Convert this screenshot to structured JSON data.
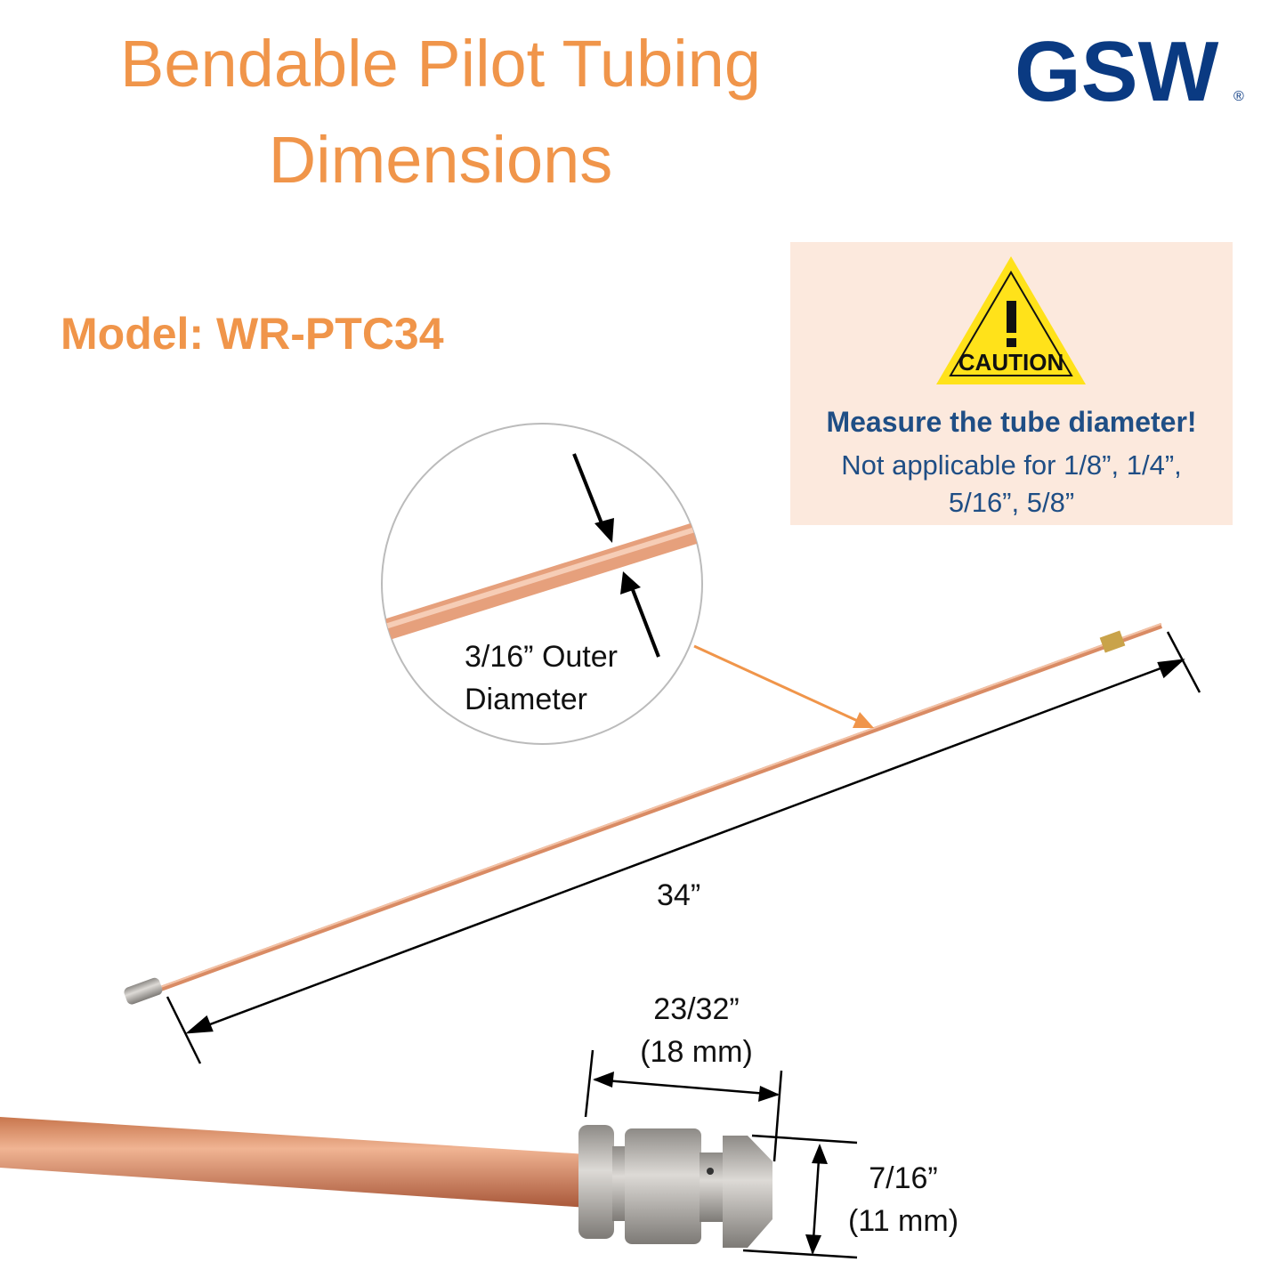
{
  "title": {
    "line1": "Bendable Pilot Tubing",
    "line2": "Dimensions"
  },
  "brand": {
    "logo": "GSW",
    "registered": "®"
  },
  "model": "Model: WR-PTC34",
  "caution": {
    "sign_text": "CAUTION",
    "heading": "Measure the tube diameter!",
    "line1": "Not applicable for 1/8”, 1/4”,",
    "line2": "5/16”, 5/8”"
  },
  "dimensions": {
    "outer_diameter_line1": "3/16” Outer",
    "outer_diameter_line2": "Diameter",
    "length": "34”",
    "fitting_length": "23/32”",
    "fitting_length_mm": "(18 mm)",
    "fitting_diameter": "7/16”",
    "fitting_diameter_mm": "(11 mm)"
  },
  "colors": {
    "title": "#f0954a",
    "logo": "#0a3a82",
    "caution_text": "#1f4e85",
    "caution_bg": "#fce9dd",
    "copper": "#d98b64"
  }
}
